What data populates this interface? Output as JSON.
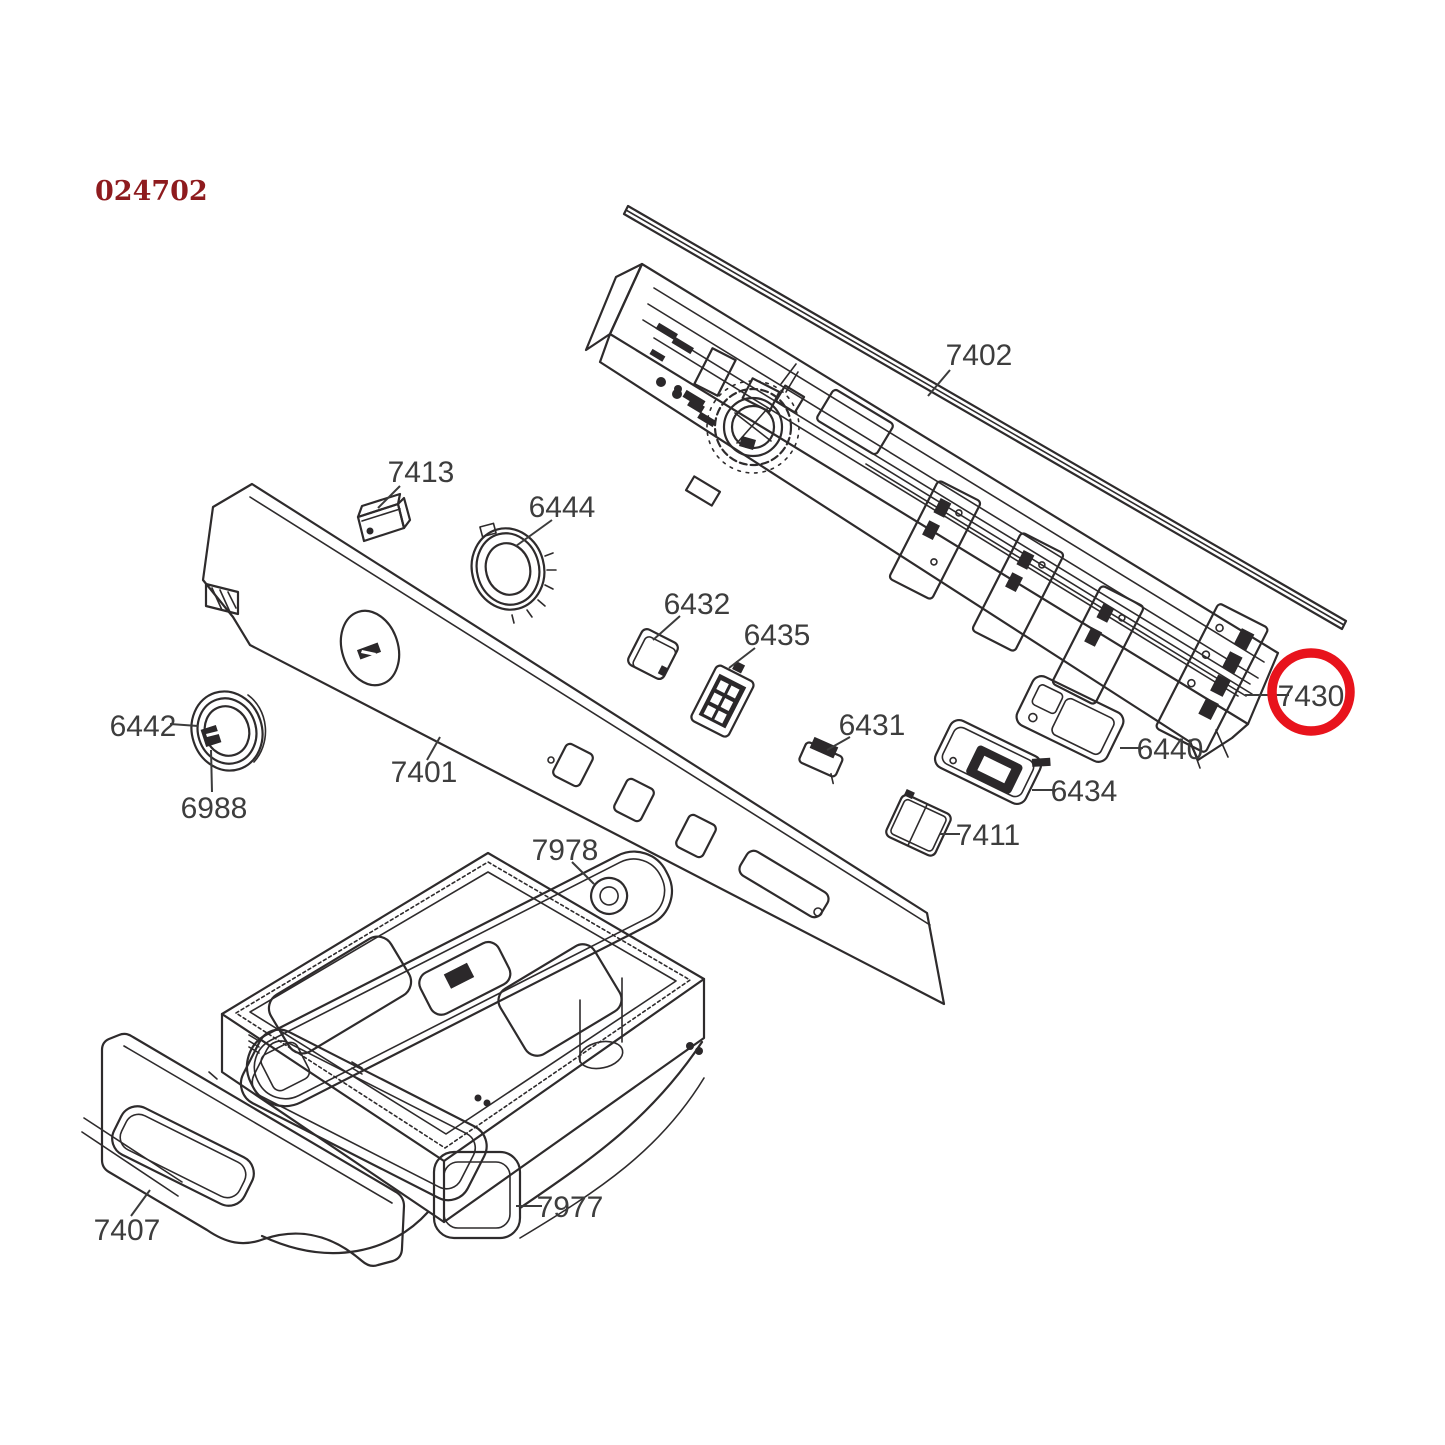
{
  "document_number": "024702",
  "colors": {
    "line": "#2e2b2c",
    "label_text": "#3d3d3d",
    "doc_number": "#8e1b1e",
    "highlight": "#e8131c",
    "background": "#ffffff"
  },
  "highlight": {
    "part": "7430",
    "shape": "red-circle"
  },
  "parts": [
    {
      "id": "7402",
      "label": "7402"
    },
    {
      "id": "7413",
      "label": "7413"
    },
    {
      "id": "6444",
      "label": "6444"
    },
    {
      "id": "6432",
      "label": "6432"
    },
    {
      "id": "6435",
      "label": "6435"
    },
    {
      "id": "6431",
      "label": "6431"
    },
    {
      "id": "6442",
      "label": "6442"
    },
    {
      "id": "6988",
      "label": "6988"
    },
    {
      "id": "7401",
      "label": "7401"
    },
    {
      "id": "7978",
      "label": "7978"
    },
    {
      "id": "6440",
      "label": "6440"
    },
    {
      "id": "6434",
      "label": "6434"
    },
    {
      "id": "7411",
      "label": "7411"
    },
    {
      "id": "7430",
      "label": "7430"
    },
    {
      "id": "7977",
      "label": "7977"
    },
    {
      "id": "7407",
      "label": "7407"
    }
  ]
}
